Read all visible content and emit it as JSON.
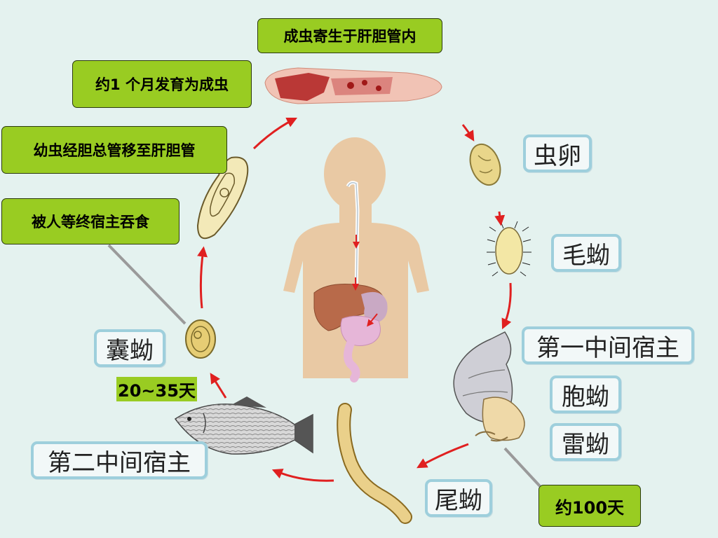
{
  "labels": {
    "adult_location": "成虫寄生于肝胆管内",
    "one_month": "约1  个月发育为成虫",
    "larva_migrate": "幼虫经胆总管移至肝胆管",
    "eaten_by_host": "被人等终宿主吞食",
    "egg": "虫卵",
    "miracidium": "毛蚴",
    "first_host": "第一中间宿主",
    "sporocyst": "胞蚴",
    "redia": "雷蚴",
    "cercaria": "尾蚴",
    "second_host": "第二中间宿主",
    "metacercaria": "囊蚴",
    "days_20_35": "20~35天",
    "days_100": "约100天"
  },
  "colors": {
    "background": "#e4f2ef",
    "green_label": "#99cc22",
    "blue_label_border": "#9ecfdc",
    "arrow": "#e02020"
  }
}
